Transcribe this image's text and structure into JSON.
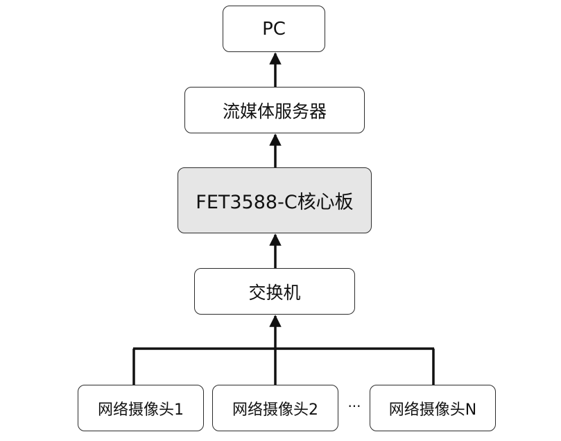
{
  "diagram": {
    "nodes": {
      "pc": "PC",
      "stream_server": "流媒体服务器",
      "core_board": "FET3588-C核心板",
      "switch": "交换机",
      "camera_1": "网络摄像头1",
      "camera_2": "网络摄像头2",
      "camera_n": "网络摄像头N"
    },
    "ellipsis": "···",
    "edges": [
      {
        "from": "camera_1",
        "to": "switch"
      },
      {
        "from": "camera_2",
        "to": "switch"
      },
      {
        "from": "camera_n",
        "to": "switch"
      },
      {
        "from": "switch",
        "to": "core_board"
      },
      {
        "from": "core_board",
        "to": "stream_server"
      },
      {
        "from": "stream_server",
        "to": "pc"
      }
    ],
    "colors": {
      "stroke": "#111111",
      "highlight_fill": "#e6e6e6"
    }
  }
}
